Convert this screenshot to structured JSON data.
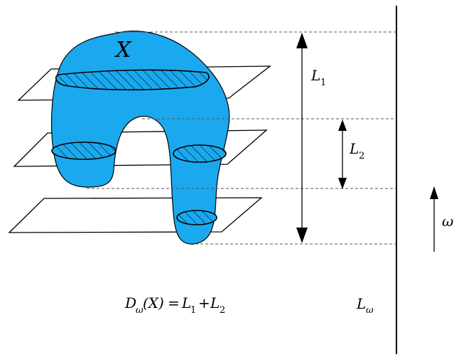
{
  "figure": {
    "set_label": "X",
    "measure_L1": {
      "main": "L",
      "sub": "1"
    },
    "measure_L2": {
      "main": "L",
      "sub": "2"
    },
    "direction_label": "ω",
    "line_label": {
      "main": "L",
      "sub": "ω"
    },
    "formula": {
      "lhs_main": "D",
      "lhs_sub": "ω",
      "lhs_arg": "(X)",
      "eq": "=",
      "t1_main": "L",
      "t1_sub": "1",
      "plus": "+",
      "t2_main": "L",
      "t2_sub": "2"
    }
  },
  "colors": {
    "region_fill": "#1aa9ef",
    "stroke": "#000000",
    "dashed": "#555555"
  }
}
